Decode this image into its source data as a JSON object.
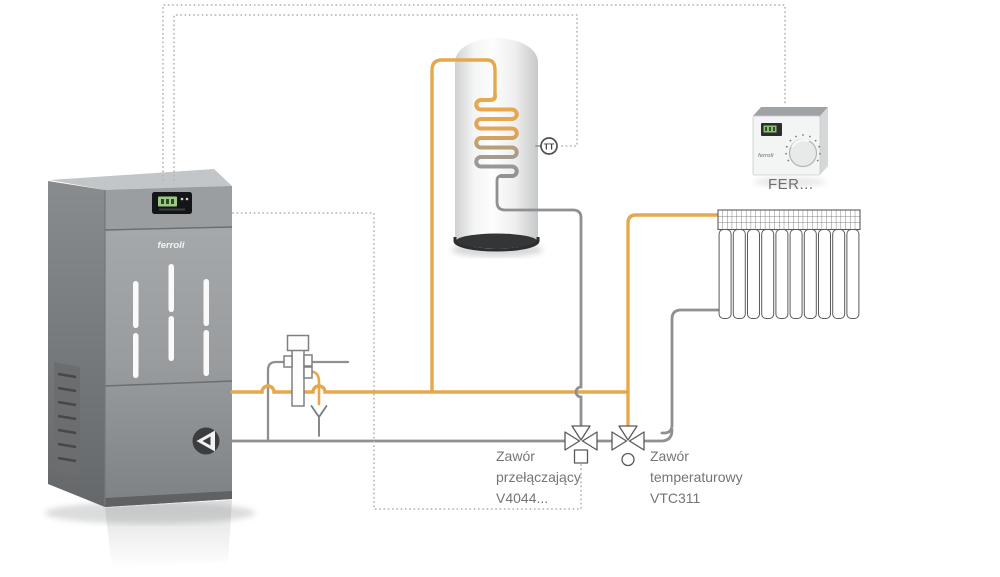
{
  "labels": {
    "diverter_valve": {
      "line1": "Zawór",
      "line2": "przełączający",
      "line3": "V4044..."
    },
    "thermostatic_valve": {
      "line1": "Zawór",
      "line2": "temperaturowy",
      "line3": "VTC311"
    },
    "thermostat_model": "FER...",
    "tank_sensor": "TT",
    "boiler_brand": "ferroli",
    "thermostat_brand": "ferroli"
  },
  "colors": {
    "supply_pipe": "#E7A84C",
    "return_pipe": "#8F9091",
    "control_wire": "#B4B4B4",
    "symbol_outline": "#5A5A5A",
    "label_text": "#757575"
  }
}
